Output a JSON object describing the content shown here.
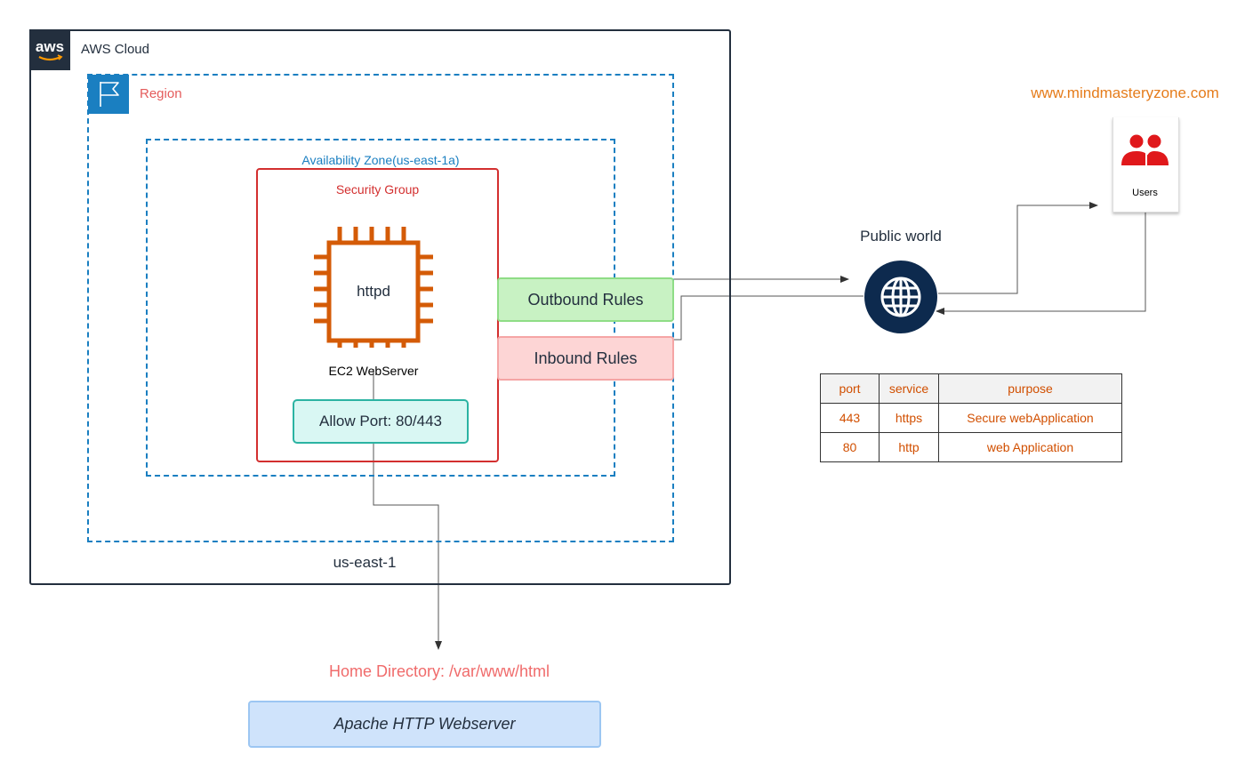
{
  "aws": {
    "logo_text": "aws",
    "cloud_label": "AWS Cloud"
  },
  "region": {
    "label": "Region",
    "name": "us-east-1"
  },
  "availability_zone": {
    "label": "Availability Zone(us-east-1a)"
  },
  "security_group": {
    "label": "Security Group",
    "allow_port": "Allow Port: 80/443"
  },
  "ec2": {
    "chip_label": "httpd",
    "label": "EC2 WebServer",
    "icon": "ec2-instance-chip-icon",
    "color": "#d45b07"
  },
  "rules": {
    "outbound": "Outbound Rules",
    "inbound": "Inbound Rules"
  },
  "public": {
    "label": "Public world",
    "icon": "globe-icon",
    "color": "#0d2a4e"
  },
  "users": {
    "label": "Users",
    "icon": "users-icon",
    "color": "#e0181b"
  },
  "website": "www.mindmasteryzone.com",
  "ports_table": {
    "headers": [
      "port",
      "service",
      "purpose"
    ],
    "rows": [
      [
        "443",
        "https",
        "Secure webApplication"
      ],
      [
        "80",
        "http",
        "web Application"
      ]
    ]
  },
  "home_directory": "Home Directory: /var/www/html",
  "apache": "Apache HTTP Webserver"
}
